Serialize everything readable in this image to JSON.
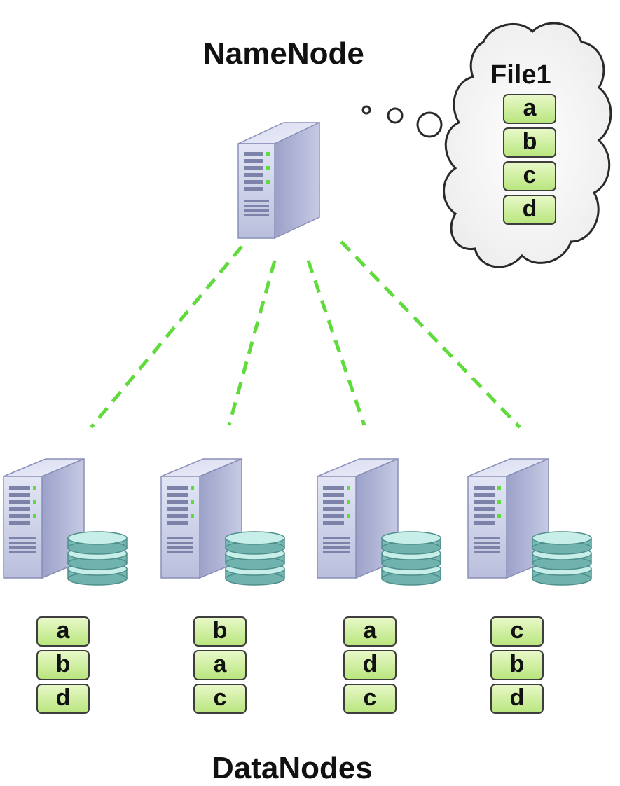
{
  "namenode": {
    "label": "NameNode"
  },
  "file": {
    "name": "File1",
    "blocks": [
      "a",
      "b",
      "c",
      "d"
    ]
  },
  "datanodes": {
    "label": "DataNodes",
    "nodes": [
      {
        "blocks": [
          "a",
          "b",
          "d"
        ]
      },
      {
        "blocks": [
          "b",
          "a",
          "c"
        ]
      },
      {
        "blocks": [
          "a",
          "d",
          "c"
        ]
      },
      {
        "blocks": [
          "c",
          "b",
          "d"
        ]
      }
    ]
  },
  "colors": {
    "link": "#5fdc3c",
    "block_fill_top": "#e8f8c8",
    "block_fill_bottom": "#b9e67e",
    "server_body": "#a9adcf",
    "disk": "#8fd0cc",
    "cloud_fill": "#f4f4f4"
  },
  "icons": [
    "server-icon",
    "database-icon",
    "thought-cloud-icon"
  ]
}
